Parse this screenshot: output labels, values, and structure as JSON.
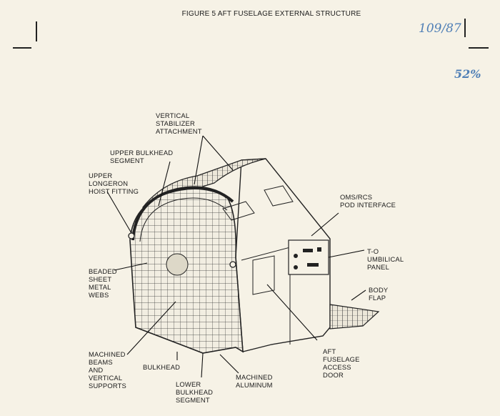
{
  "title": "FIGURE 5  AFT FUSELAGE EXTERNAL STRUCTURE",
  "handwritten": {
    "top_right": "109/87",
    "percent": "52%"
  },
  "labels": {
    "vertical_stabilizer": "VERTICAL\nSTABILIZER\nATTACHMENT",
    "upper_bulkhead": "UPPER BULKHEAD\nSEGMENT",
    "upper_longeron": "UPPER\nLONGERON\nHOIST FITTING",
    "oms_rcs": "OMS/RCS\nPOD INTERFACE",
    "to_umbilical": "T-O\nUMBILICAL\nPANEL",
    "beaded_sheet": "BEADED\nSHEET\nMETAL\nWEBS",
    "body_flap": "BODY\nFLAP",
    "aft_access_door": "AFT\nFUSELAGE\nACCESS\nDOOR",
    "machined_beams": "MACHINED\nBEAMS\nAND\nVERTICAL\nSUPPORTS",
    "bulkhead": "BULKHEAD",
    "lower_bulkhead": "LOWER\nBULKHEAD\nSEGMENT",
    "machined_aluminum": "MACHINED\nALUMINUM"
  }
}
